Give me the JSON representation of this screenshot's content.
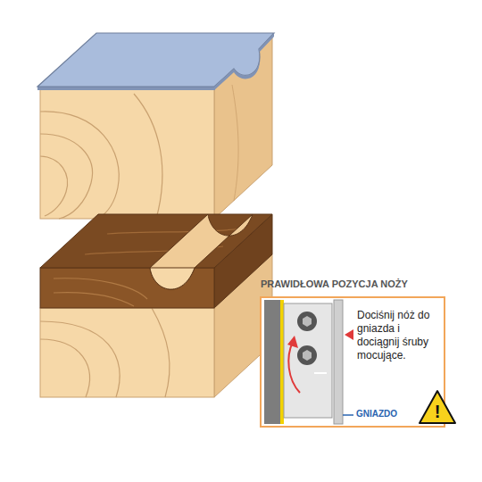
{
  "diagram": {
    "nodes": [
      {
        "text": [
          "PRAWIDŁOWA POZYCJA NOŻY",
          "Dociśnij nóż do gniazda i dociągnij śruby mocujące.",
          "GNIAZDO"
        ]
      },
      {
        "text": [
          "!"
        ],
        "in": 0
      }
    ]
  }
}
